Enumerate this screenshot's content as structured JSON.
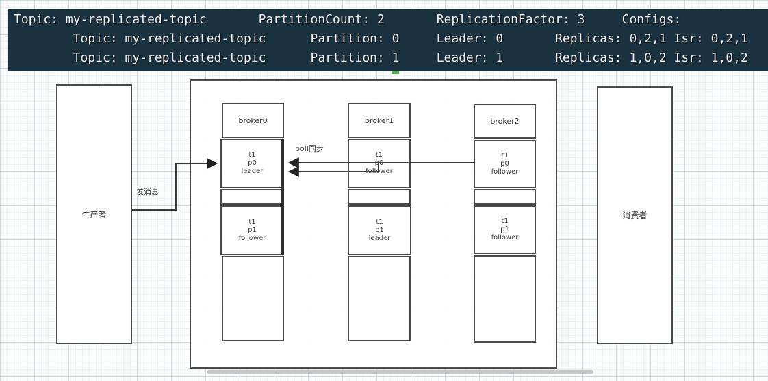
{
  "terminal": {
    "lines": [
      "Topic: my-replicated-topic       PartitionCount: 2       ReplicationFactor: 3     Configs:",
      "        Topic: my-replicated-topic      Partition: 0     Leader: 0       Replicas: 0,2,1 Isr: 0,2,1",
      "        Topic: my-replicated-topic      Partition: 1     Leader: 1       Replicas: 1,0,2 Isr: 1,0,2"
    ]
  },
  "diagram": {
    "producer_label": "生产者",
    "consumer_label": "消费者",
    "send_arrow_label": "发消息",
    "poll_arrow_label": "poll同步",
    "brokers": [
      {
        "name": "broker0",
        "partitions": [
          {
            "topic": "t1",
            "partition": "p0",
            "role": "leader"
          },
          {
            "topic": "t1",
            "partition": "p1",
            "role": "follower"
          }
        ]
      },
      {
        "name": "broker1",
        "partitions": [
          {
            "topic": "t1",
            "partition": "p0",
            "role": "follower"
          },
          {
            "topic": "t1",
            "partition": "p1",
            "role": "leader"
          }
        ]
      },
      {
        "name": "broker2",
        "partitions": [
          {
            "topic": "t1",
            "partition": "p0",
            "role": "follower"
          },
          {
            "topic": "t1",
            "partition": "p1",
            "role": "follower"
          }
        ]
      }
    ]
  },
  "colors": {
    "terminal_bg": "#1a3140",
    "terminal_text": "#ededed",
    "cursor_green": "#55b455",
    "shape_border": "#4a4a4a",
    "arrow": "#383838"
  }
}
